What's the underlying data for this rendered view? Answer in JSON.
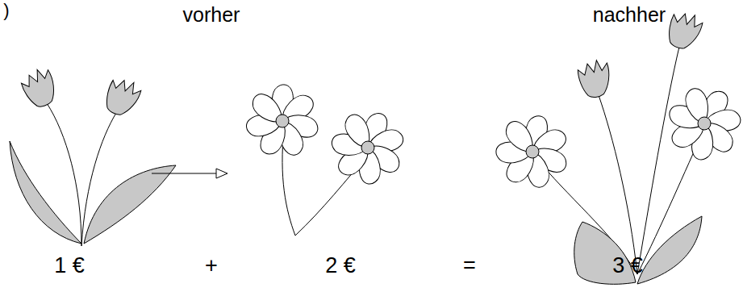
{
  "diagram": {
    "labels": [
      ")",
      "vorher",
      "nachher",
      "1 €",
      "+",
      "2 €",
      "=",
      "3 €"
    ]
  }
}
